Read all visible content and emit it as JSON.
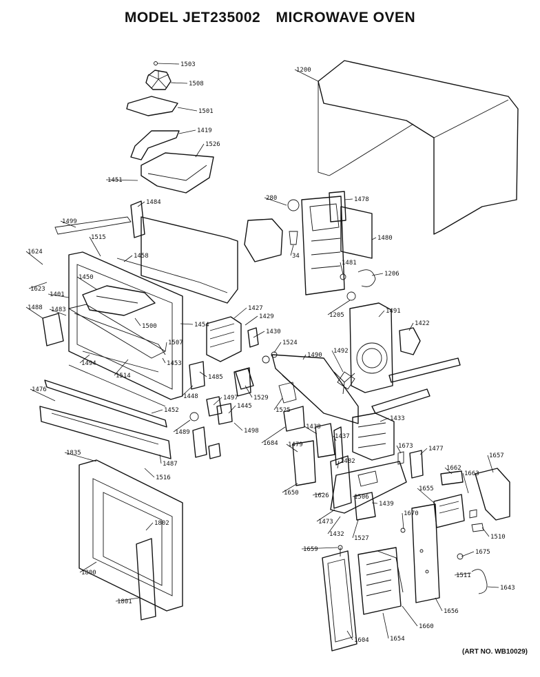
{
  "title": {
    "model_label": "MODEL JET235002",
    "product": "MICROWAVE OVEN"
  },
  "art_number": "(ART NO. WB10029)",
  "parts": [
    {
      "id": "1503"
    },
    {
      "id": "1508"
    },
    {
      "id": "1501"
    },
    {
      "id": "1419"
    },
    {
      "id": "1526"
    },
    {
      "id": "1451"
    },
    {
      "id": "1200"
    },
    {
      "id": "1484"
    },
    {
      "id": "1499"
    },
    {
      "id": "1515"
    },
    {
      "id": "1458"
    },
    {
      "id": "1624"
    },
    {
      "id": "1623"
    },
    {
      "id": "1450"
    },
    {
      "id": "1401"
    },
    {
      "id": "1488"
    },
    {
      "id": "1483"
    },
    {
      "id": "1494"
    },
    {
      "id": "1514"
    },
    {
      "id": "1500"
    },
    {
      "id": "1453"
    },
    {
      "id": "1507"
    },
    {
      "id": "1454"
    },
    {
      "id": "1427"
    },
    {
      "id": "1429"
    },
    {
      "id": "1430"
    },
    {
      "id": "1485"
    },
    {
      "id": "1448"
    },
    {
      "id": "1497"
    },
    {
      "id": "1445"
    },
    {
      "id": "1498"
    },
    {
      "id": "1489"
    },
    {
      "id": "1476"
    },
    {
      "id": "1452"
    },
    {
      "id": "1487"
    },
    {
      "id": "1516"
    },
    {
      "id": "1835"
    },
    {
      "id": "1802"
    },
    {
      "id": "1800"
    },
    {
      "id": "1801"
    },
    {
      "id": "280"
    },
    {
      "id": "1478"
    },
    {
      "id": "1480"
    },
    {
      "id": "34"
    },
    {
      "id": "1481"
    },
    {
      "id": "1206"
    },
    {
      "id": "1205"
    },
    {
      "id": "1491"
    },
    {
      "id": "1422"
    },
    {
      "id": "1524"
    },
    {
      "id": "1490"
    },
    {
      "id": "1492"
    },
    {
      "id": "1529"
    },
    {
      "id": "1525"
    },
    {
      "id": "1684"
    },
    {
      "id": "1433"
    },
    {
      "id": "1438"
    },
    {
      "id": "1437"
    },
    {
      "id": "1479"
    },
    {
      "id": "1482"
    },
    {
      "id": "1650"
    },
    {
      "id": "1626"
    },
    {
      "id": "1473"
    },
    {
      "id": "1432"
    },
    {
      "id": "1506"
    },
    {
      "id": "1439"
    },
    {
      "id": "1527"
    },
    {
      "id": "1673"
    },
    {
      "id": "1477"
    },
    {
      "id": "1662"
    },
    {
      "id": "1663"
    },
    {
      "id": "1657"
    },
    {
      "id": "1655"
    },
    {
      "id": "1670"
    },
    {
      "id": "1510"
    },
    {
      "id": "1675"
    },
    {
      "id": "1511"
    },
    {
      "id": "1643"
    },
    {
      "id": "1659"
    },
    {
      "id": "1604"
    },
    {
      "id": "1654"
    },
    {
      "id": "1660"
    },
    {
      "id": "1656"
    }
  ]
}
